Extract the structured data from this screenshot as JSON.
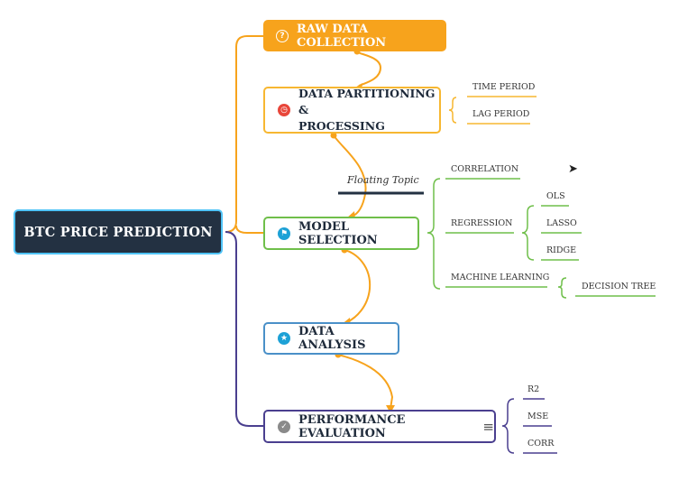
{
  "root": {
    "label": "BTC PRICE PREDICTION"
  },
  "topics": {
    "raw": {
      "label": "RAW DATA COLLECTION",
      "icon": "question-icon"
    },
    "partitioning": {
      "label_line1": "DATA PARTITIONING &",
      "label_line2": "PROCESSING",
      "icon": "timer-icon"
    },
    "model": {
      "label": "MODEL SELECTION",
      "icon": "flag-icon"
    },
    "analysis": {
      "label": "DATA ANALYSIS",
      "icon": "star-icon"
    },
    "performance": {
      "label": "PERFORMANCE EVALUATION",
      "icon": "check-icon",
      "notes_icon": "notes-icon"
    }
  },
  "partitioning_children": [
    "TIME PERIOD",
    "LAG PERIOD"
  ],
  "model_children": {
    "correlation": "CORRELATION",
    "regression": "REGRESSION",
    "regression_children": [
      "OLS",
      "LASSO",
      "RIDGE"
    ],
    "machine_learning": "MACHINE LEARNING",
    "machine_learning_children": [
      "DECISION TREE"
    ]
  },
  "performance_children": [
    "R2",
    "MSE",
    "CORR"
  ],
  "floating_topic": {
    "label": "Floating Topic"
  },
  "colors": {
    "root_bg": "#233142",
    "root_border": "#4fc3f7",
    "raw": "#f7a31c",
    "partitioning": "#f7b731",
    "model": "#6fbf4a",
    "analysis": "#4a90c8",
    "performance": "#4a3f8f",
    "flow": "#f7a31c"
  }
}
